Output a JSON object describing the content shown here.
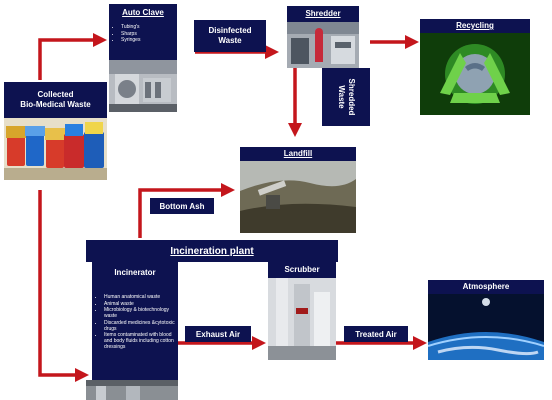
{
  "nodes": {
    "collected": {
      "label": "Collected\nBio-Medical Waste"
    },
    "autoclave": {
      "title": "Auto Clave",
      "items": [
        "Tubing's",
        "Sharps",
        "Syringes"
      ]
    },
    "disinfected": {
      "label": "Disinfected\nWaste"
    },
    "shredder": {
      "title": "Shredder"
    },
    "shredded": {
      "label": "Shredded\nWaste"
    },
    "recycling": {
      "title": "Recycling"
    },
    "landfill": {
      "title": "Landfill"
    },
    "bottom_ash": {
      "label": "Bottom Ash"
    },
    "incineration": {
      "title": "Incineration plant"
    },
    "incinerator": {
      "title": "Incinerator",
      "items": [
        "Human anatomical waste",
        "Animal waste",
        "Microbiology & biotechnology waste",
        "Discarded medicines &cytotoxic drugs",
        "Items contaminated with blood and body fluids including cotton dressings"
      ]
    },
    "scrubber": {
      "title": "Scrubber"
    },
    "exhaust_air": {
      "label": "Exhaust Air"
    },
    "treated_air": {
      "label": "Treated Air"
    },
    "atmosphere": {
      "title": "Atmosphere"
    }
  },
  "colors": {
    "navy": "#0d1250",
    "arrow": "#c4161c"
  }
}
